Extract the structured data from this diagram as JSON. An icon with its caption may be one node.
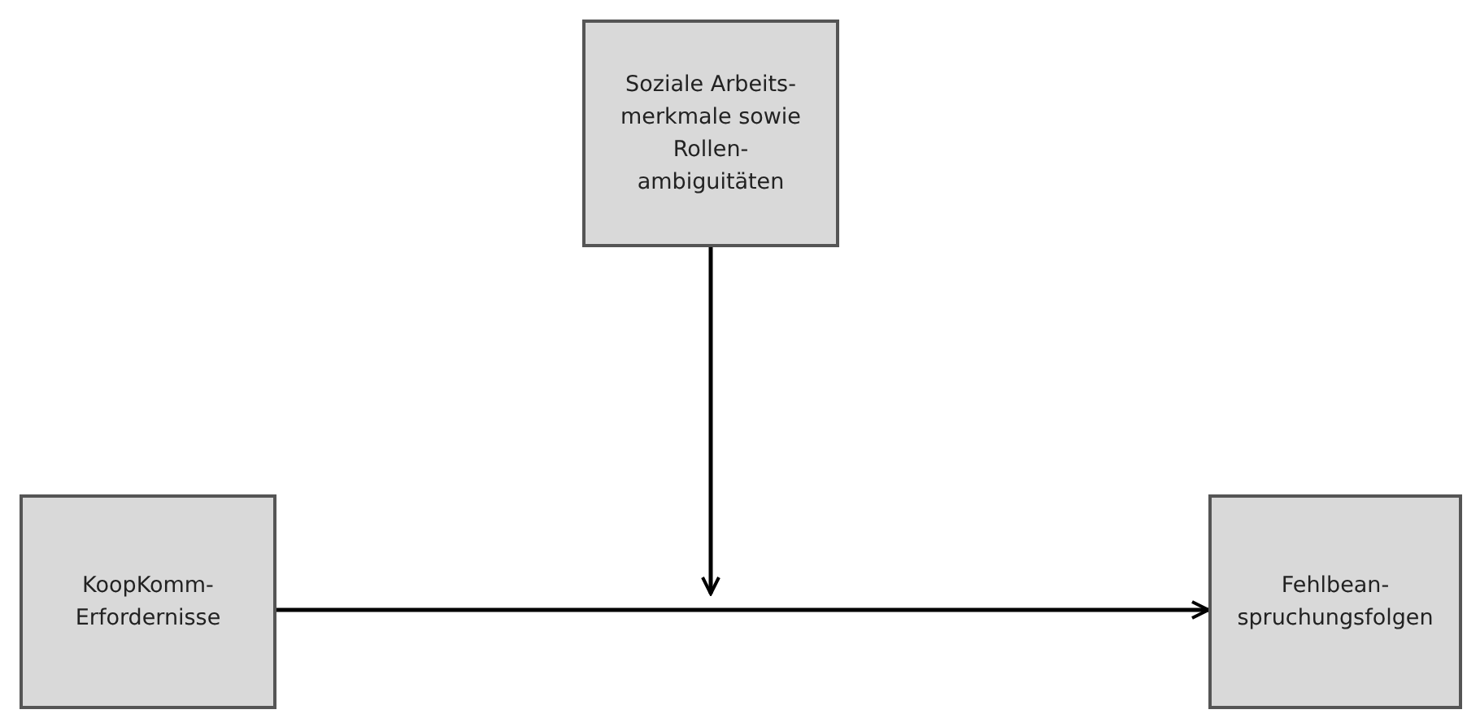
{
  "diagram": {
    "nodes": [
      {
        "text": [
          "Soziale Arbeits- merkmale sowie Rollen- ambiguitäten"
        ]
      },
      {
        "text": [
          "KoopKomm- Erfordernisse"
        ]
      },
      {
        "text": [
          "Fehlbean- spruchungsfolgen"
        ]
      }
    ],
    "edges": [
      {
        "from": 0,
        "to": null,
        "arrow": "to"
      },
      {
        "from": 1,
        "to": 2,
        "arrow": "to"
      }
    ]
  }
}
